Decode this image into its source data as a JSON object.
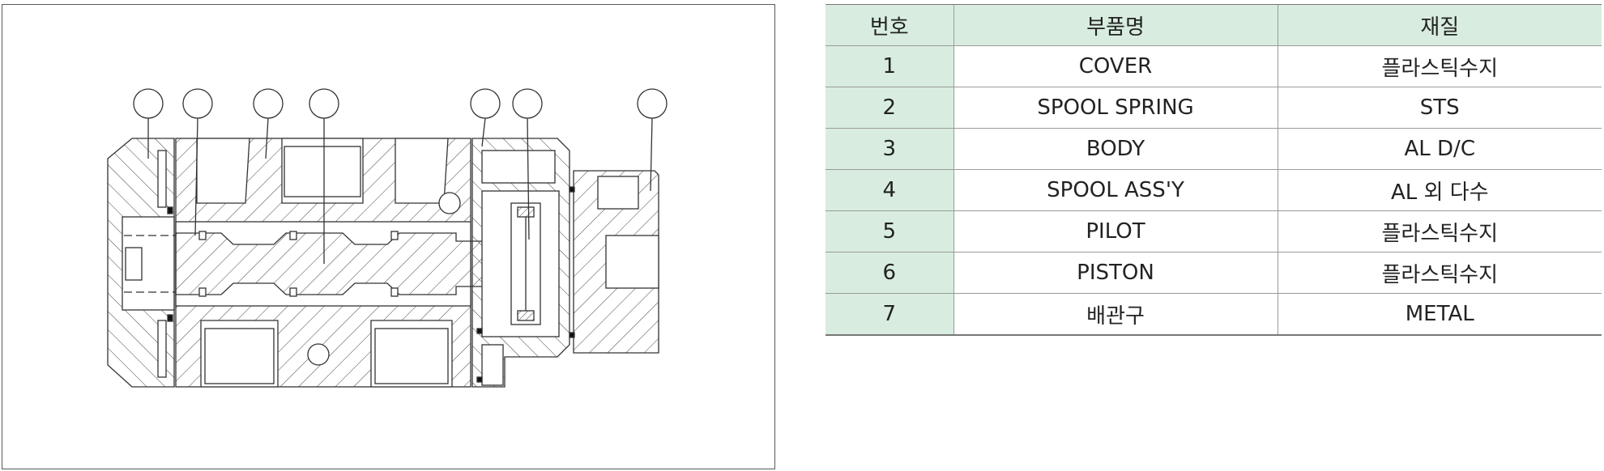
{
  "parts_table": {
    "headers": {
      "number": "번호",
      "part_name": "부품명",
      "material": "재질"
    },
    "rows": [
      {
        "number": "1",
        "part_name": "COVER",
        "material": "플라스틱수지"
      },
      {
        "number": "2",
        "part_name": "SPOOL SPRING",
        "material": "STS"
      },
      {
        "number": "3",
        "part_name": "BODY",
        "material": "AL D/C"
      },
      {
        "number": "4",
        "part_name": "SPOOL ASS'Y",
        "material": "AL 외 다수"
      },
      {
        "number": "5",
        "part_name": "PILOT",
        "material": "플라스틱수지"
      },
      {
        "number": "6",
        "part_name": "PISTON",
        "material": "플라스틱수지"
      },
      {
        "number": "7",
        "part_name": "배관구",
        "material": "METAL"
      }
    ]
  },
  "colors": {
    "header_fill": "#d8eddf",
    "line": "#333333",
    "frame": "#5a5a5a"
  }
}
